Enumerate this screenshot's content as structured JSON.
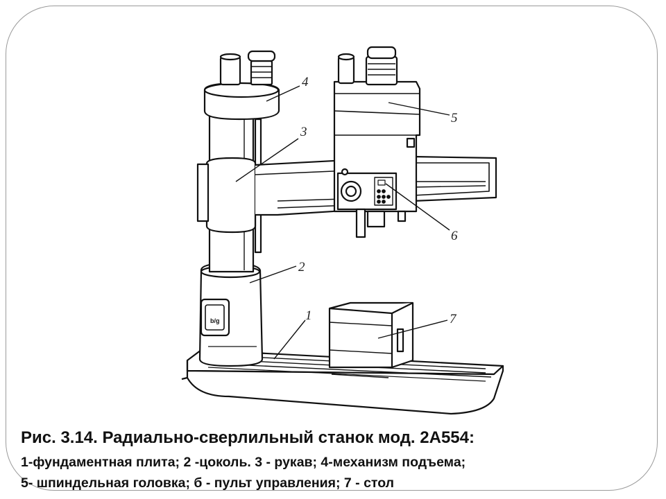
{
  "slide": {
    "background_title": "Про                          са",
    "caption": {
      "title": "Рис. 3.14. Радиально-сверлильный  станок мод. 2А554:",
      "line1": "1-фундаментная плита; 2 -цоколь. 3 - рукав; 4-механизм подъема;",
      "line2": "5- шпиндельная головка; б - пульт управления; 7 - стол"
    }
  },
  "diagram": {
    "callouts": [
      {
        "id": "1",
        "label": "1"
      },
      {
        "id": "2",
        "label": "2"
      },
      {
        "id": "3",
        "label": "3"
      },
      {
        "id": "4",
        "label": "4"
      },
      {
        "id": "5",
        "label": "5"
      },
      {
        "id": "6",
        "label": "6"
      },
      {
        "id": "7",
        "label": "7"
      }
    ],
    "panel_label": "b/g"
  }
}
